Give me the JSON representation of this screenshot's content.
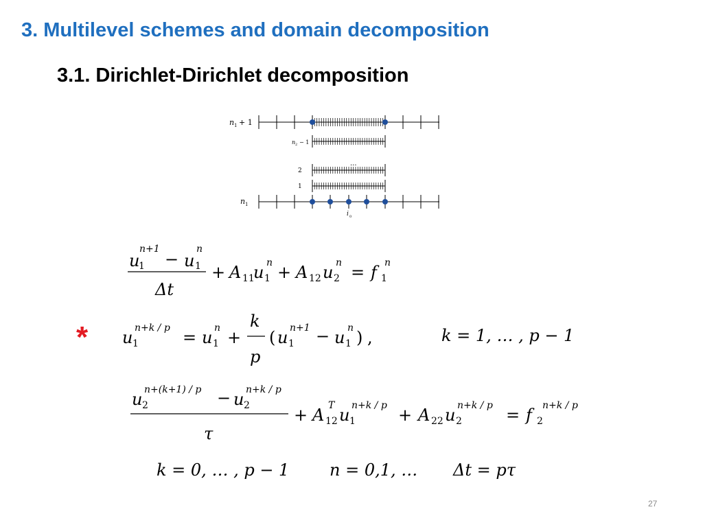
{
  "slide": {
    "title": "3. Multilevel schemes and domain decomposition",
    "subtitle": "3.1. Dirichlet-Dirichlet decomposition",
    "page_number": "27",
    "accent_color": "#1f6fbf",
    "star_color": "#e31b23"
  },
  "diagram": {
    "row_labels": {
      "top_n": "n",
      "top_sub": "1",
      "top_plus": "+ 1",
      "second_n": "n",
      "second_sub": "2",
      "second_minus": "− 1",
      "two": "2",
      "dots": "···",
      "one": "1",
      "bottom_n": "n",
      "bottom_sub": "1",
      "i0_i": "i",
      "i0_sub": "0"
    }
  },
  "equations": {
    "star": "*",
    "eq1": {
      "u": "u",
      "n1": "n+1",
      "s1": "1",
      "minus": "−",
      "n": "n",
      "dt": "Δt",
      "plus": "+",
      "A": "A",
      "s11": "11",
      "s12": "12",
      "s2": "2",
      "eq": "=",
      "f": "f"
    },
    "eq2": {
      "sup_nkp": "n+k / p",
      "k": "k",
      "p": "p",
      "lp": "(",
      "rp": ")",
      "comma": ",",
      "range": "k  = 1, … ,  p − 1"
    },
    "eq3": {
      "sup_nk1p": "n+(k+1) / p",
      "tau": "τ",
      "T": "T",
      "s22": "22"
    },
    "eq4": {
      "k_range": "k  =  0, … ,  p − 1",
      "n_range": "n  =  0,1, …",
      "dt_rel": "Δt  =  pτ"
    }
  }
}
